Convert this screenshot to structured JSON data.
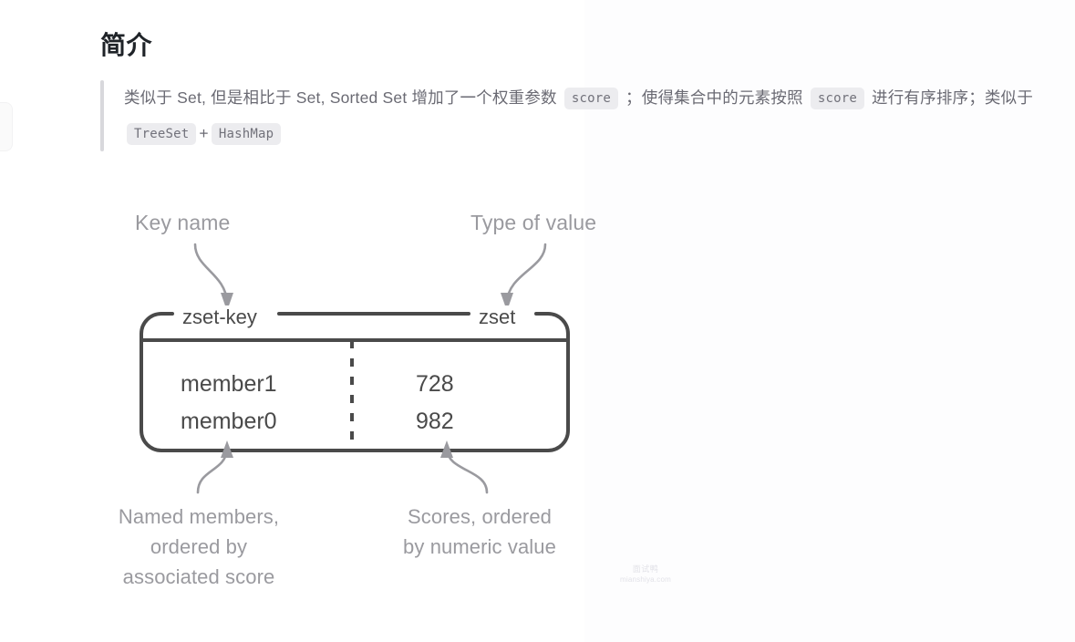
{
  "page": {
    "section_title": "简介"
  },
  "quote": {
    "line1_part1": "类似于 Set, 但是相比于 Set, Sorted Set 增加了一个权重参数 ",
    "chip_score_1": "score",
    "line1_part2": " ；使得集合中的元素按照 ",
    "chip_score_2": "score",
    "line1_part3": " 进行有序排序；类似于 ",
    "chip_treeset": "TreeSet",
    "plus": "+",
    "chip_hashmap": "HashMap"
  },
  "diagram": {
    "callouts": {
      "key_name": "Key name",
      "type_of_value": "Type of value",
      "members_line1": "Named members,",
      "members_line2": "ordered by",
      "members_line3": "associated score",
      "scores_line1": "Scores, ordered",
      "scores_line2": "by numeric value"
    },
    "box": {
      "key_label": "zset-key",
      "type_label": "zset",
      "rows": [
        {
          "member": "member1",
          "score": "728"
        },
        {
          "member": "member0",
          "score": "982"
        }
      ]
    },
    "colors": {
      "box_stroke": "#4a4a4a",
      "arrow_stroke": "#9a9a9f",
      "callout_text": "#9a9a9f",
      "box_text": "#4a4a4a"
    }
  },
  "watermark": {
    "cn": "面试鸭",
    "site": "mianshiya.com"
  }
}
